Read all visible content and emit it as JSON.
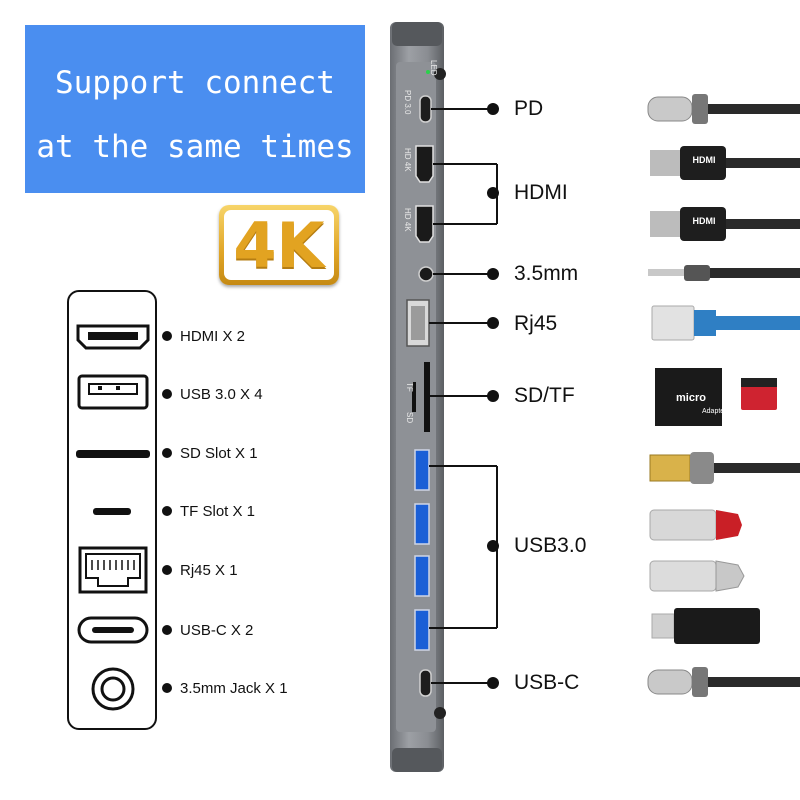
{
  "banner": {
    "line1": "Support connect",
    "line2": "at the same times"
  },
  "badge": "4K",
  "legend": {
    "items": [
      {
        "label": "HDMI X 2",
        "icon": "hdmi-port-icon"
      },
      {
        "label": "USB 3.0 X 4",
        "icon": "usb-a-port-icon"
      },
      {
        "label": "SD Slot X 1",
        "icon": "sd-slot-icon"
      },
      {
        "label": "TF Slot X 1",
        "icon": "tf-slot-icon"
      },
      {
        "label": "Rj45 X 1",
        "icon": "ethernet-port-icon"
      },
      {
        "label": "USB-C X 2",
        "icon": "usb-c-port-icon"
      },
      {
        "label": "3.5mm Jack X 1",
        "icon": "audio-jack-icon"
      }
    ]
  },
  "hub": {
    "led_text": "LED",
    "pd_text": "PD 3.0",
    "hdmi1_text": "HD 4K",
    "hdmi2_text": "HD 4K",
    "tf_text": "TF",
    "sd_text": "SD"
  },
  "ports": [
    {
      "label": "PD"
    },
    {
      "label": "HDMI"
    },
    {
      "label": "3.5mm"
    },
    {
      "label": "Rj45"
    },
    {
      "label": "SD/TF"
    },
    {
      "label": "USB3.0"
    },
    {
      "label": "USB-C"
    }
  ],
  "accessories": {
    "hdmi_plug_text": "HDMI",
    "micro_sd_text": "micro",
    "adapter_text": "Adapter"
  },
  "colors": {
    "banner": "#4a8ef0",
    "badge_gold": "#e2a321",
    "usb3_blue": "#1b5fd6",
    "ethernet_blue": "#2f7fc4"
  }
}
